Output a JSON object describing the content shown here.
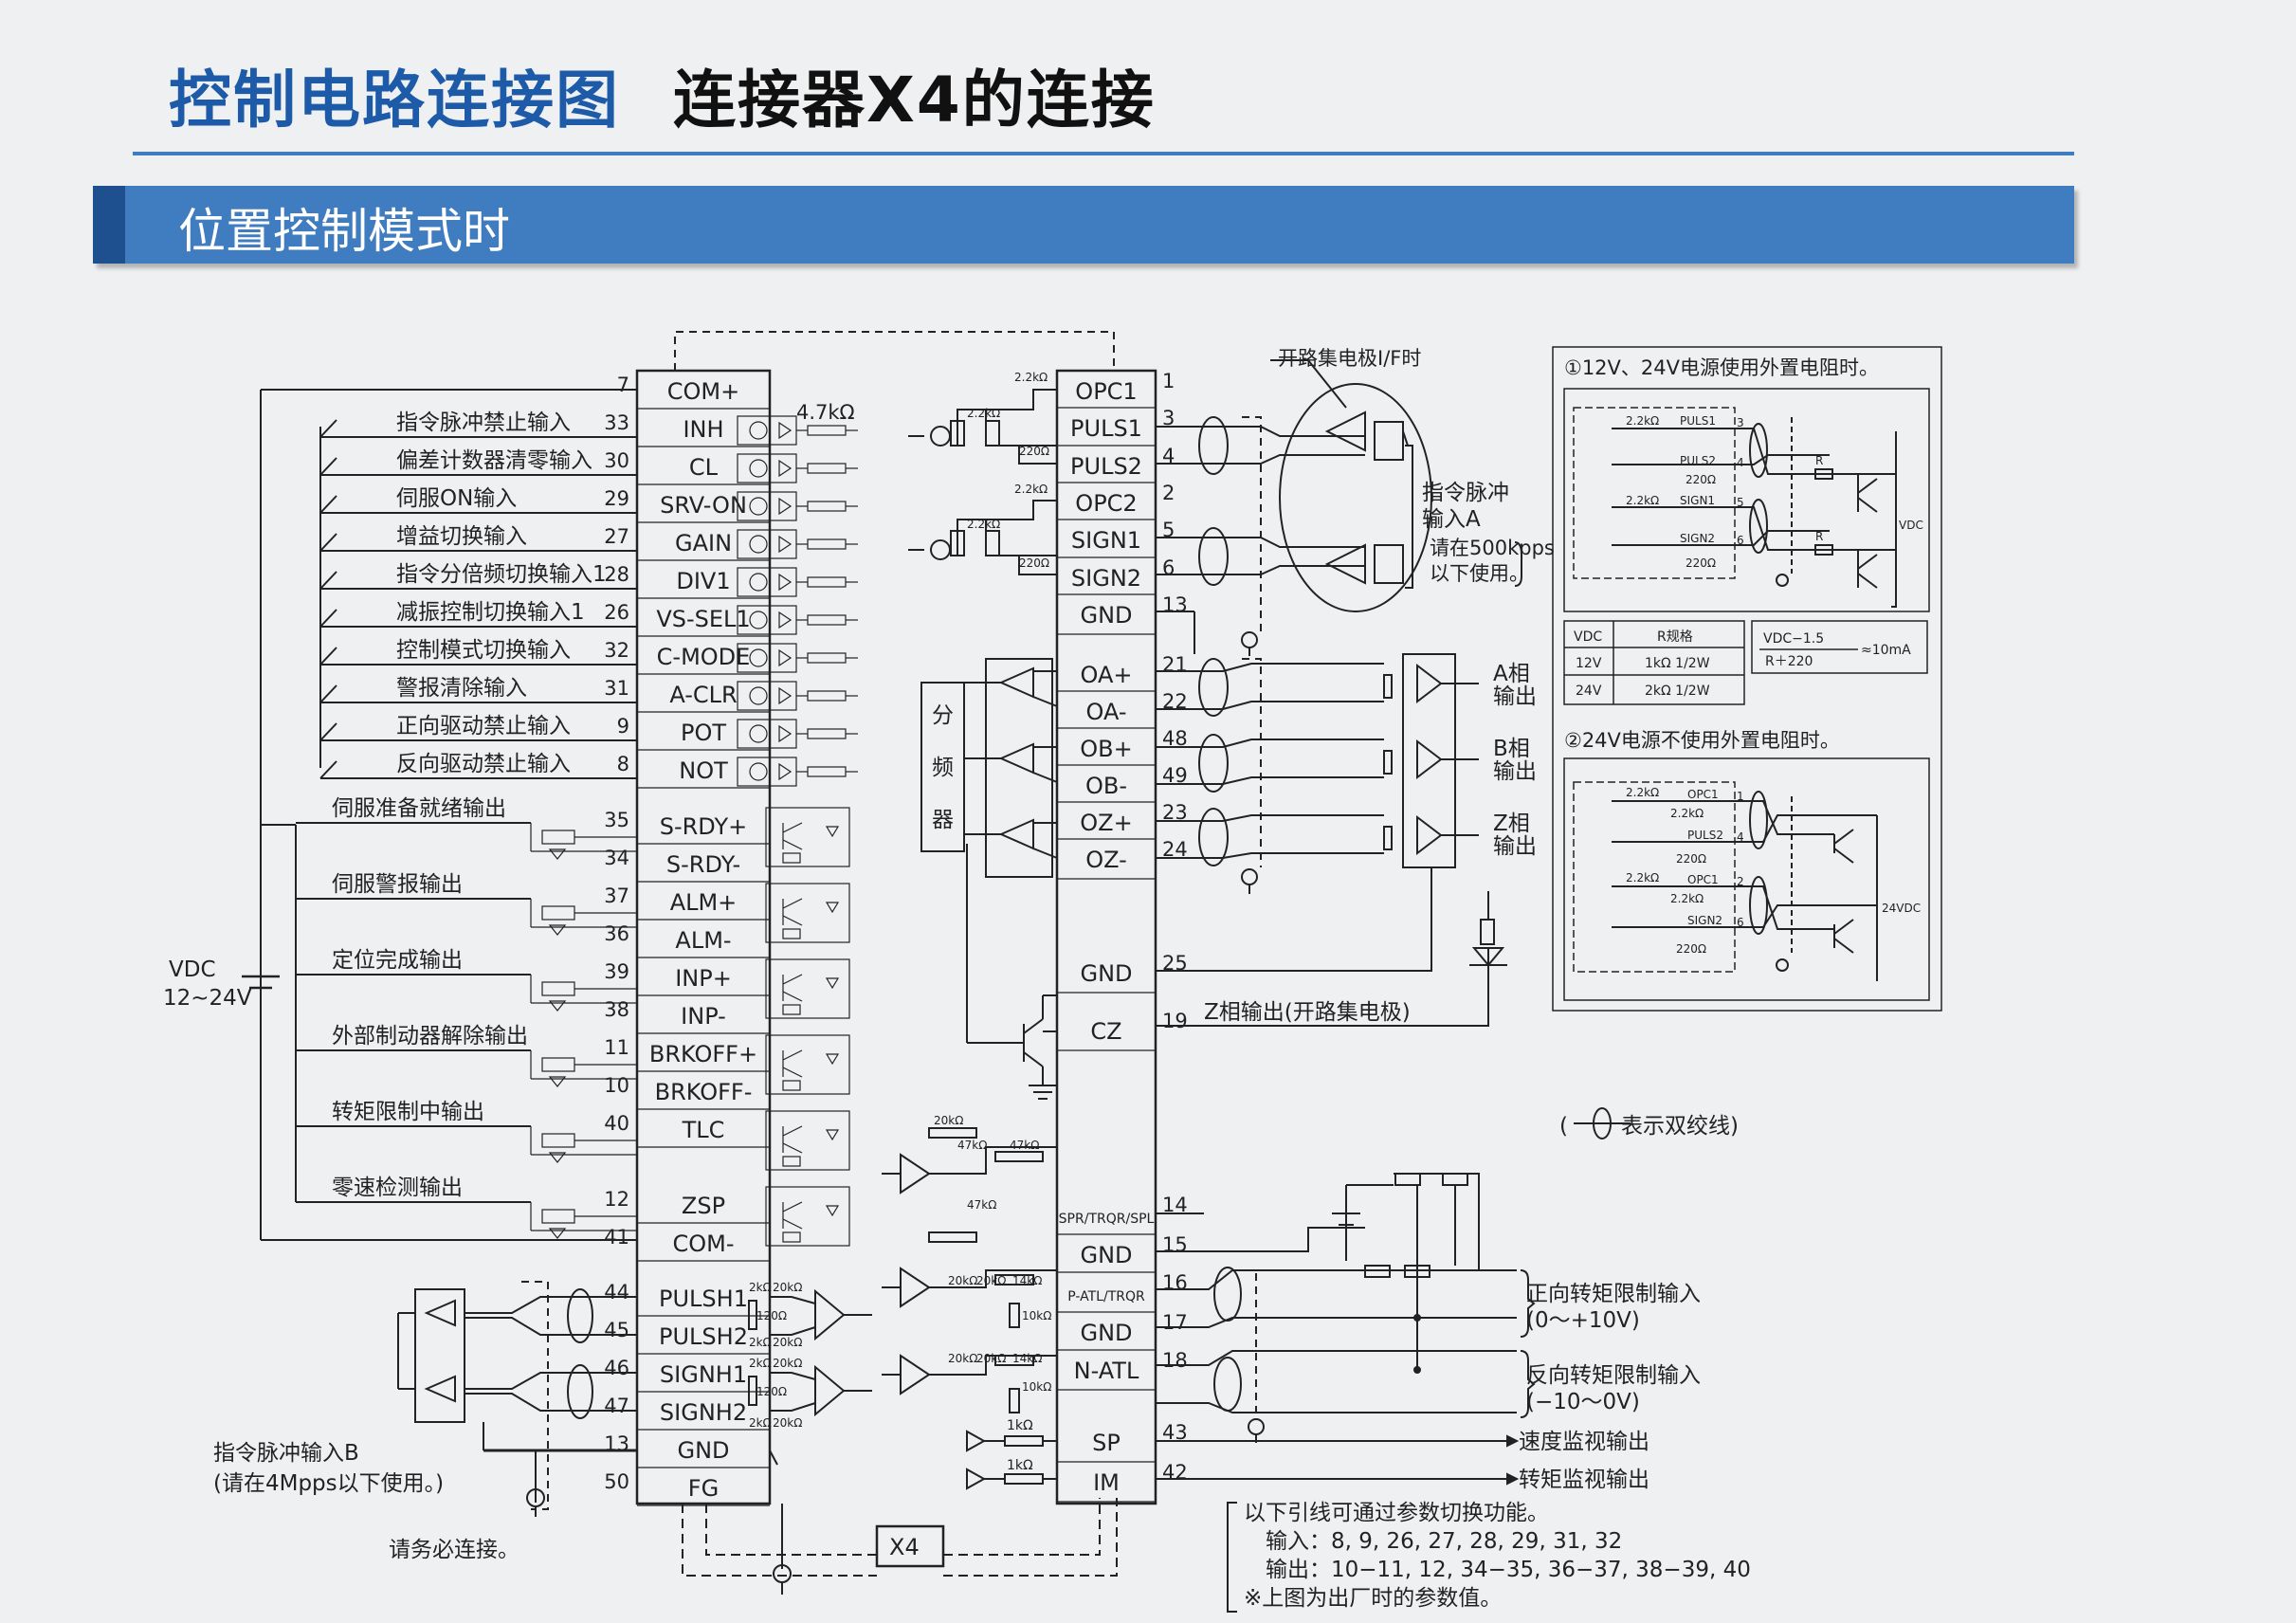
{
  "header": {
    "title_blue": "控制电路连接图",
    "title_black": "连接器X4的连接"
  },
  "section": {
    "title": "位置控制模式时"
  },
  "connector_left": [
    {
      "pin": "7",
      "name": "COM+"
    },
    {
      "pin": "33",
      "name": "INH",
      "label": "指令脉冲禁止输入"
    },
    {
      "pin": "30",
      "name": "CL",
      "label": "偏差计数器清零输入"
    },
    {
      "pin": "29",
      "name": "SRV-ON",
      "label": "伺服ON输入"
    },
    {
      "pin": "27",
      "name": "GAIN",
      "label": "增益切换输入"
    },
    {
      "pin": "28",
      "name": "DIV1",
      "label": "指令分倍频切换输入1"
    },
    {
      "pin": "26",
      "name": "VS-SEL1",
      "label": "减振控制切换输入1"
    },
    {
      "pin": "32",
      "name": "C-MODE",
      "label": "控制模式切换输入"
    },
    {
      "pin": "31",
      "name": "A-CLR",
      "label": "警报清除输入"
    },
    {
      "pin": "9",
      "name": "POT",
      "label": "正向驱动禁止输入"
    },
    {
      "pin": "8",
      "name": "NOT",
      "label": "反向驱动禁止输入"
    },
    {
      "pin": "35",
      "name": "S-RDY+",
      "label": "伺服准备就绪输出"
    },
    {
      "pin": "34",
      "name": "S-RDY-"
    },
    {
      "pin": "37",
      "name": "ALM+",
      "label": "伺服警报输出"
    },
    {
      "pin": "36",
      "name": "ALM-"
    },
    {
      "pin": "39",
      "name": "INP+",
      "label": "定位完成输出"
    },
    {
      "pin": "38",
      "name": "INP-"
    },
    {
      "pin": "11",
      "name": "BRKOFF+",
      "label": "外部制动器解除输出"
    },
    {
      "pin": "10",
      "name": "BRKOFF-"
    },
    {
      "pin": "40",
      "name": "TLC",
      "label": "转矩限制中输出"
    },
    {
      "pin": "12",
      "name": "ZSP",
      "label": "零速检测输出"
    },
    {
      "pin": "41",
      "name": "COM-"
    },
    {
      "pin": "44",
      "name": "PULSH1"
    },
    {
      "pin": "45",
      "name": "PULSH2"
    },
    {
      "pin": "46",
      "name": "SIGNH1"
    },
    {
      "pin": "47",
      "name": "SIGNH2"
    },
    {
      "pin": "13",
      "name": "GND"
    },
    {
      "pin": "50",
      "name": "FG"
    }
  ],
  "connector_right": [
    {
      "pin": "1",
      "name": "OPC1"
    },
    {
      "pin": "3",
      "name": "PULS1"
    },
    {
      "pin": "4",
      "name": "PULS2"
    },
    {
      "pin": "2",
      "name": "OPC2"
    },
    {
      "pin": "5",
      "name": "SIGN1"
    },
    {
      "pin": "6",
      "name": "SIGN2"
    },
    {
      "pin": "13",
      "name": "GND"
    },
    {
      "pin": "21",
      "name": "OA+"
    },
    {
      "pin": "22",
      "name": "OA-"
    },
    {
      "pin": "48",
      "name": "OB+"
    },
    {
      "pin": "49",
      "name": "OB-"
    },
    {
      "pin": "23",
      "name": "OZ+"
    },
    {
      "pin": "24",
      "name": "OZ-"
    },
    {
      "pin": "25",
      "name": "GND"
    },
    {
      "pin": "19",
      "name": "CZ"
    },
    {
      "pin": "14",
      "name": "SPR/TRQR/SPL"
    },
    {
      "pin": "15",
      "name": "GND"
    },
    {
      "pin": "16",
      "name": "P-ATL/TRQR"
    },
    {
      "pin": "17",
      "name": "GND"
    },
    {
      "pin": "18",
      "name": "N-ATL"
    },
    {
      "pin": "43",
      "name": "SP"
    },
    {
      "pin": "42",
      "name": "IM"
    }
  ],
  "labels": {
    "vdc": "VDC",
    "vdc_range": "12~24V",
    "res_4k7": "4.7kΩ",
    "pulse_b_1": "指令脉冲输入B",
    "pulse_b_2": "(请在4Mpps以下使用。)",
    "must_connect": "请务必连接。",
    "x4": "X4",
    "divider": [
      "分",
      "频",
      "器"
    ],
    "open_collector_if": "开路集电极I/F时",
    "pulse_a_1": "指令脉冲",
    "pulse_a_2": "输入A",
    "pulse_a_3": "请在500kpps",
    "pulse_a_4": "以下使用。",
    "phase_a": [
      "A相",
      "输出"
    ],
    "phase_b": [
      "B相",
      "输出"
    ],
    "phase_z": [
      "Z相",
      "输出"
    ],
    "z_open_collector": "Z相输出(开路集电极)",
    "twisted_pair": "表示双绞线)",
    "twisted_paren": "(",
    "fwd_torque_1": "正向转矩限制输入",
    "fwd_torque_2": "(0～+10V)",
    "rev_torque_1": "反向转矩限制输入",
    "rev_torque_2": "(−10～0V)",
    "speed_monitor": "速度监视输出",
    "torque_monitor": "转矩监视输出",
    "r_1k": "1kΩ",
    "r_20k": "20kΩ",
    "r_47k": "47kΩ",
    "r_10k": "10kΩ",
    "r_14k": "14kΩ",
    "r_2k2": "2.2kΩ",
    "r_220": "220Ω",
    "r_120": "120Ω",
    "r_2k": "2kΩ",
    "r_letter": "R"
  },
  "note": {
    "l1": "以下引线可通过参数切换功能。",
    "l2": "输入：8, 9, 26, 27, 28, 29, 31, 32",
    "l3": "输出：10−11, 12, 34−35, 36−37, 38−39, 40",
    "l4": "※上图为出厂时的参数值。"
  },
  "inset": {
    "case1": "①12V、24V电源使用外置电阻时。",
    "case2": "②24V电源不使用外置电阻时。",
    "formula_num": "VDC−1.5",
    "formula_den": "R＋220",
    "formula_res": "≈10mA",
    "vdc_label": "VDC",
    "v24_label": "24VDC",
    "table_head": [
      "VDC",
      "R规格"
    ],
    "table_rows": [
      [
        "12V",
        "1kΩ 1/2W"
      ],
      [
        "24V",
        "2kΩ 1/2W"
      ]
    ],
    "pins_a": [
      {
        "pin": "3",
        "name": "PULS1"
      },
      {
        "pin": "4",
        "name": "PULS2"
      },
      {
        "pin": "5",
        "name": "SIGN1"
      },
      {
        "pin": "6",
        "name": "SIGN2"
      }
    ],
    "pins_b": [
      {
        "pin": "1",
        "name": "OPC1"
      },
      {
        "pin": "4",
        "name": "PULS2"
      },
      {
        "pin": "2",
        "name": "OPC1"
      },
      {
        "pin": "6",
        "name": "SIGN2"
      }
    ]
  }
}
